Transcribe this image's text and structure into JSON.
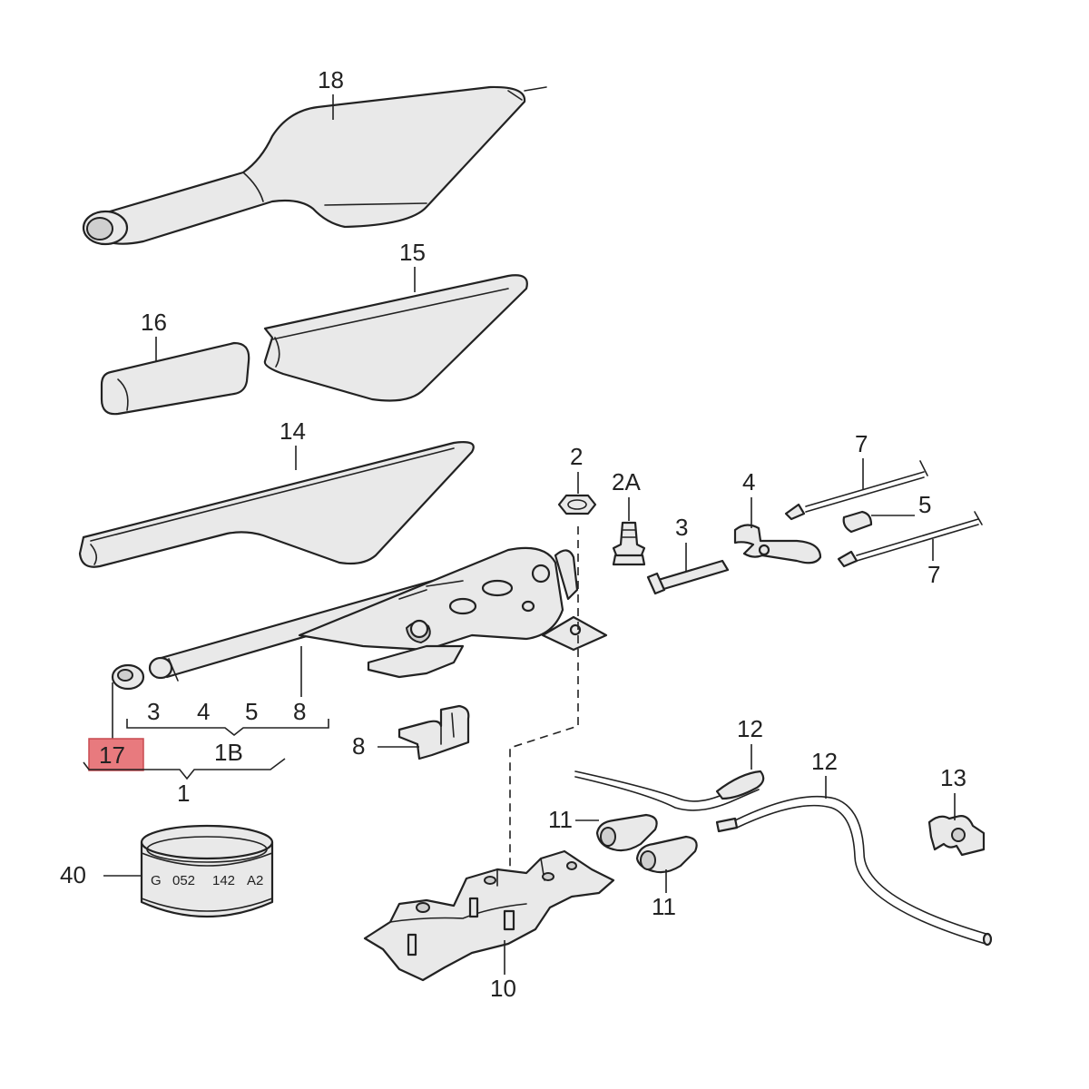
{
  "callouts": {
    "c18": "18",
    "c15": "15",
    "c16": "16",
    "c14": "14",
    "c2": "2",
    "c2a": "2A",
    "c3": "3",
    "c4": "4",
    "c5": "5",
    "c7a": "7",
    "c7b": "7",
    "g3": "3",
    "g4": "4",
    "g5": "5",
    "g8": "8",
    "c8": "8",
    "c17": "17",
    "c1b": "1B",
    "c1": "1",
    "c40": "40",
    "c12a": "12",
    "c12b": "12",
    "c13": "13",
    "c11a": "11",
    "c11b": "11",
    "c10": "10"
  },
  "canister_marking": {
    "g": "G",
    "n1": "052",
    "n2": "142",
    "n3": "A2"
  },
  "highlight": {
    "color": "#e87a7e",
    "callout": "17"
  }
}
